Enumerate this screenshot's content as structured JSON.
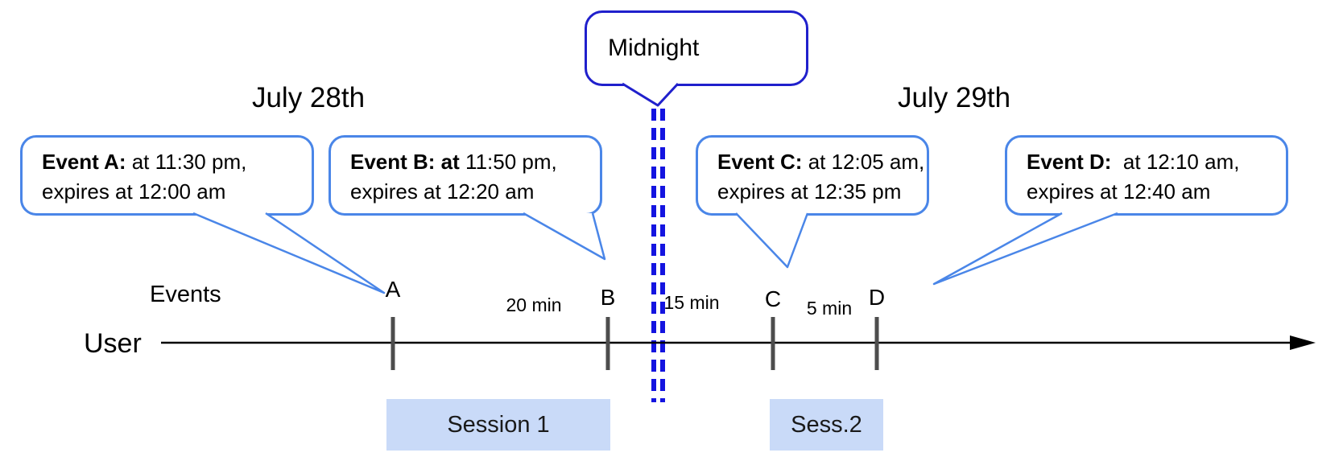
{
  "dates": {
    "left": "July 28th",
    "right": "July 29th"
  },
  "midnight": {
    "label": "Midnight"
  },
  "callouts": [
    {
      "id": "A",
      "bold": "Event A:",
      "rest": " at 11:30 pm,",
      "line2": "expires at 12:00 am"
    },
    {
      "id": "B",
      "bold": "Event B: at",
      "rest": " 11:50 pm,",
      "line2": "expires at 12:20 am"
    },
    {
      "id": "C",
      "bold": "Event C:",
      "rest": " at 12:05 am,",
      "line2": "expires at 12:35 pm"
    },
    {
      "id": "D",
      "bold": "Event D:",
      "rest": "  at 12:10 am,",
      "line2": "expires at 12:40 am"
    }
  ],
  "timeline": {
    "events_label": "Events",
    "user_label": "User",
    "ticks": [
      "A",
      "B",
      "C",
      "D"
    ],
    "gaps": [
      "20 min",
      "15 min",
      "5 min"
    ]
  },
  "sessions": [
    {
      "label": "Session 1"
    },
    {
      "label": "Sess.2"
    }
  ],
  "colors": {
    "callout_border": "#4a86e8",
    "midnight_border": "#2020cc",
    "midnight_dash": "#1414e0",
    "session_fill": "#c9daf8",
    "tick_color": "#4d4d4d",
    "text_color": "#000000"
  }
}
